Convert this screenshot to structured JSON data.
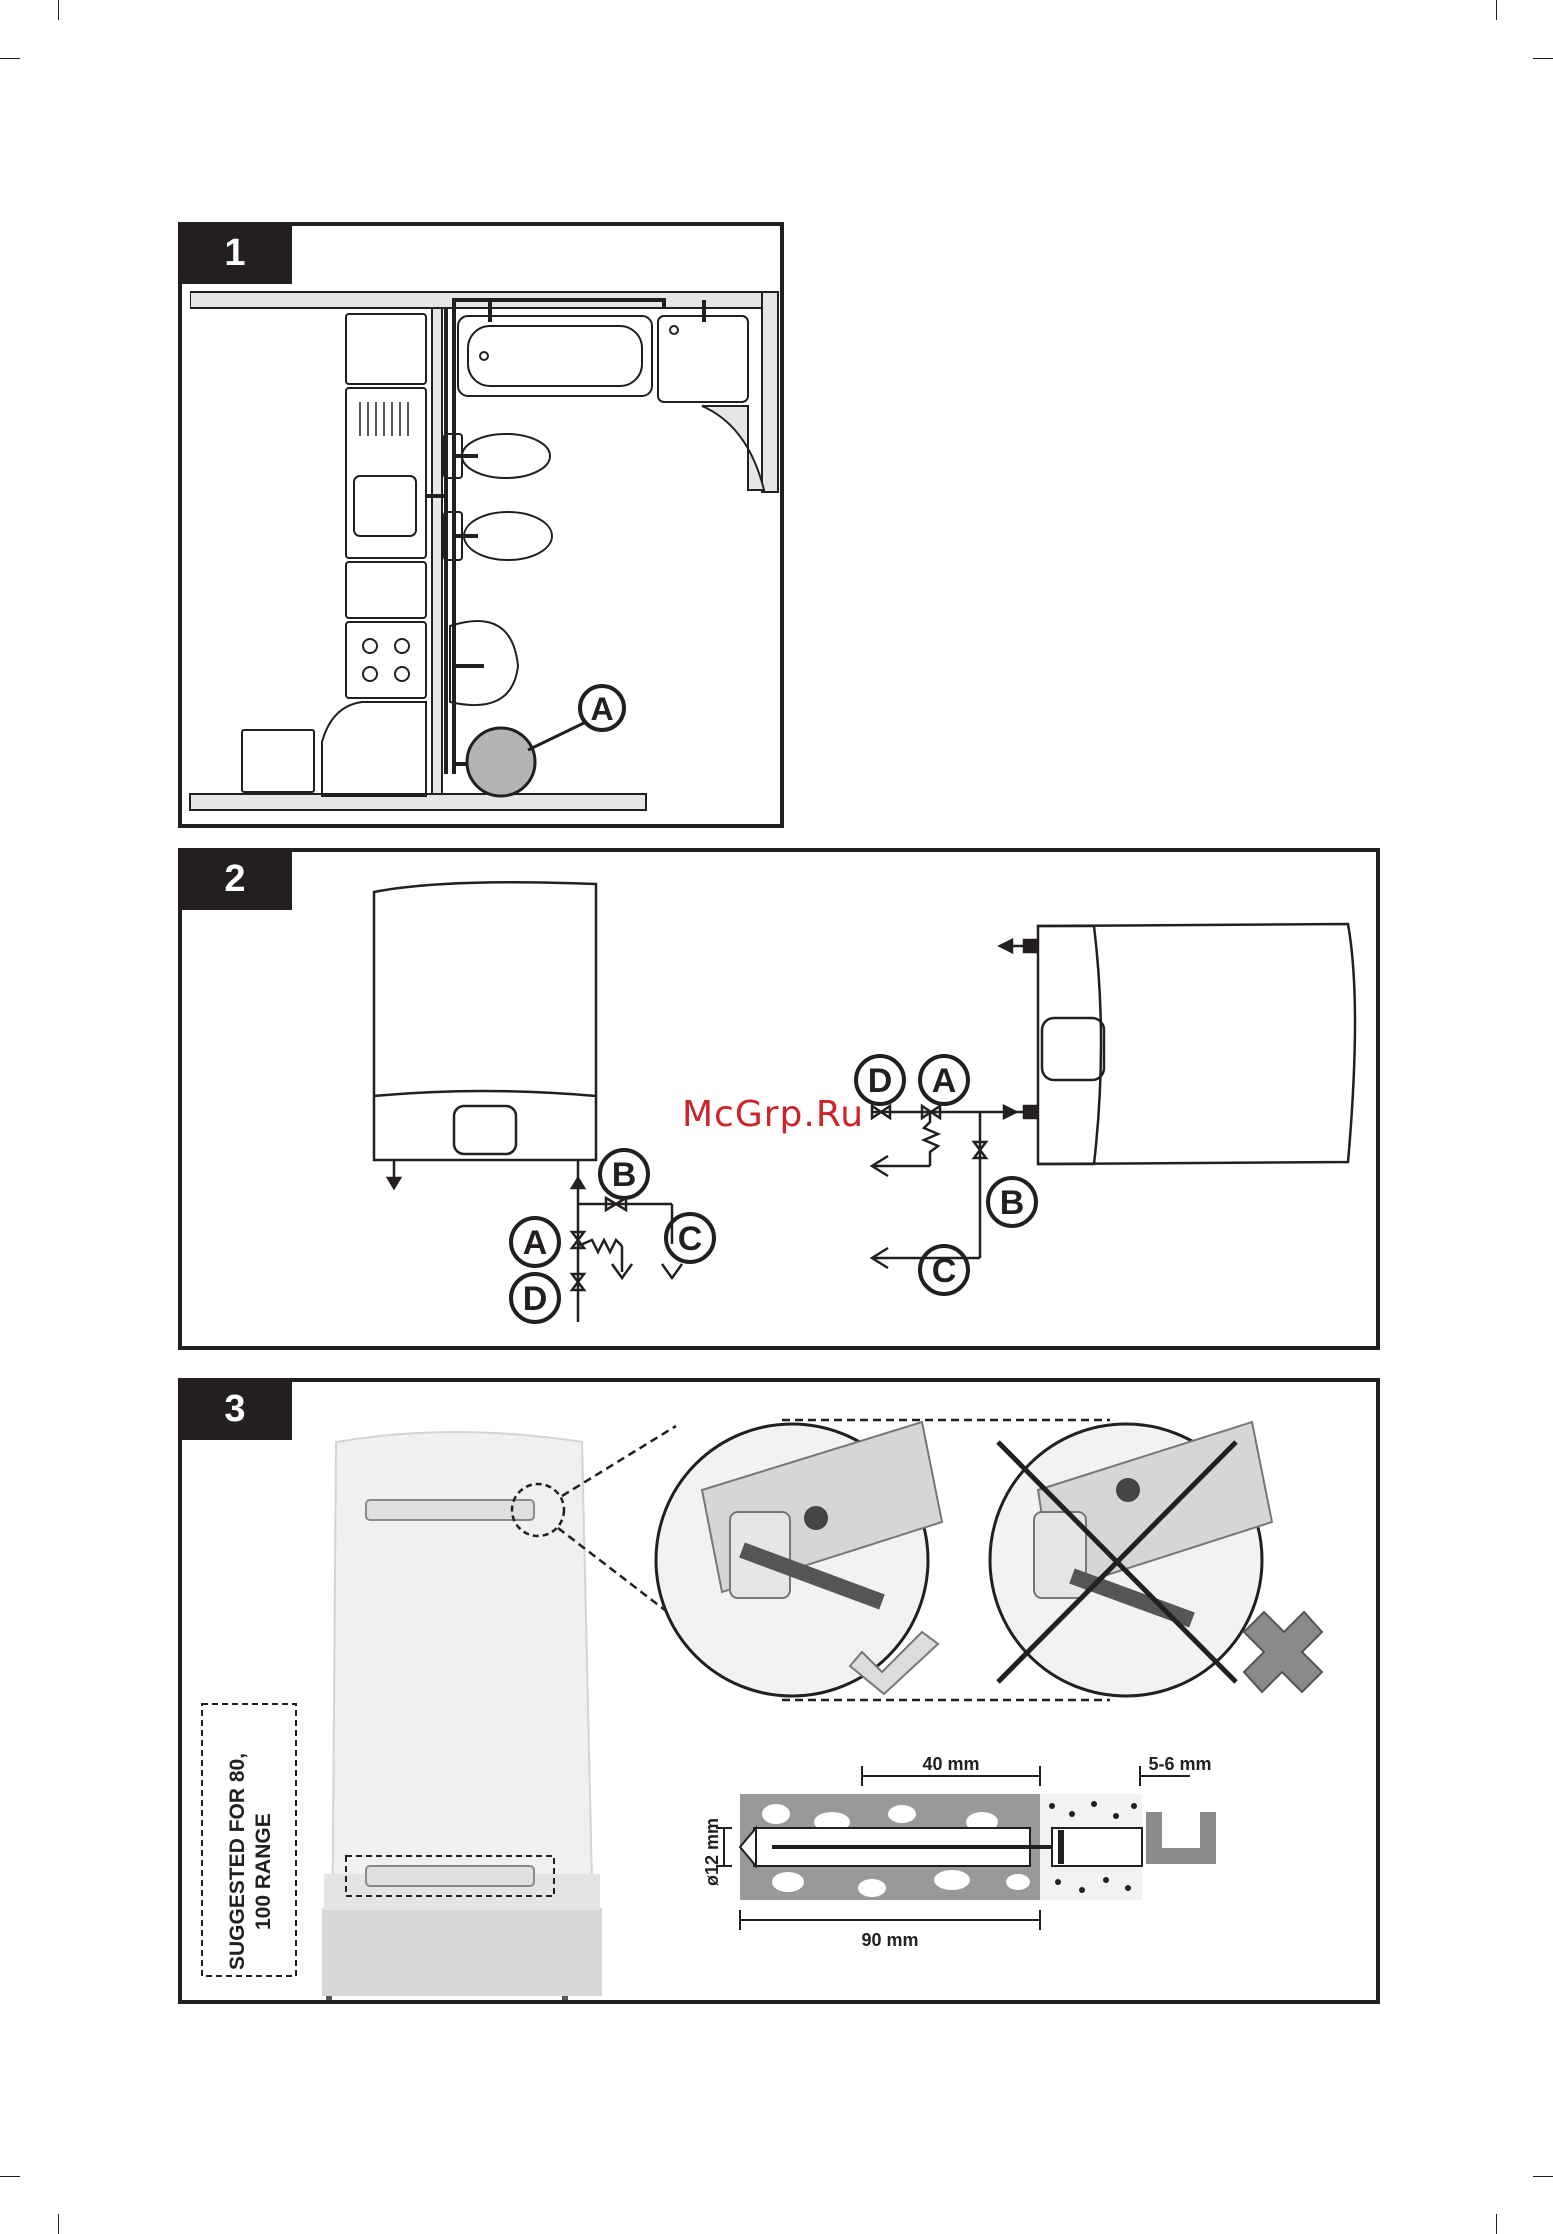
{
  "panels": [
    {
      "number": "1"
    },
    {
      "number": "2"
    },
    {
      "number": "3"
    }
  ],
  "callouts": {
    "a": "A",
    "b": "B",
    "c": "C",
    "d": "D"
  },
  "dimensions": {
    "depth": "40 mm",
    "gap": "5-6 mm",
    "diameter": "ø12 mm",
    "length": "90 mm"
  },
  "note": {
    "line1": "SUGGESTED FOR 80,",
    "line2": "100 RANGE"
  },
  "watermark": "McGrp.Ru",
  "colors": {
    "frame": "#231f20",
    "tank_circle": "#b3b3b3",
    "watermark": "#c9252b"
  }
}
